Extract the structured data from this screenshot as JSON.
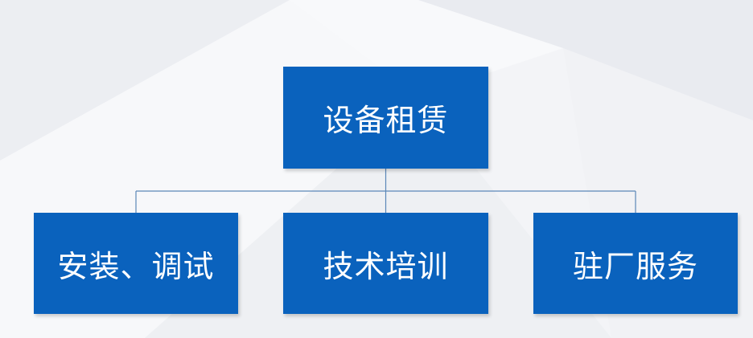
{
  "diagram": {
    "root": {
      "label": "设备租赁"
    },
    "children": [
      {
        "label": "安装、调试"
      },
      {
        "label": "技术培训"
      },
      {
        "label": "驻厂服务"
      }
    ],
    "colors": {
      "box_fill": "#0a62bd",
      "box_text": "#ffffff",
      "connector": "#5b87b8",
      "background": "#f4f5f8"
    }
  }
}
